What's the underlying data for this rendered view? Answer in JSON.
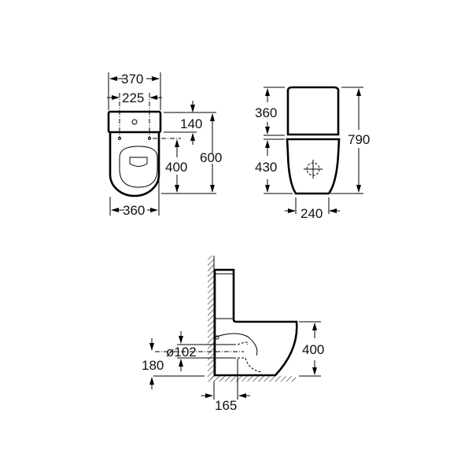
{
  "top_view": {
    "width_tank": "370",
    "fixing_spacing": "225",
    "fixing_offset": "140",
    "total_depth": "600",
    "fixing_to_front": "400",
    "width_bowl": "360"
  },
  "front_view": {
    "tank_height": "360",
    "bowl_height": "430",
    "total_height": "790",
    "base_width": "240"
  },
  "side_view": {
    "bowl_height": "400",
    "outlet_diameter": "ø102",
    "outlet_height": "180",
    "outlet_distance": "165"
  }
}
